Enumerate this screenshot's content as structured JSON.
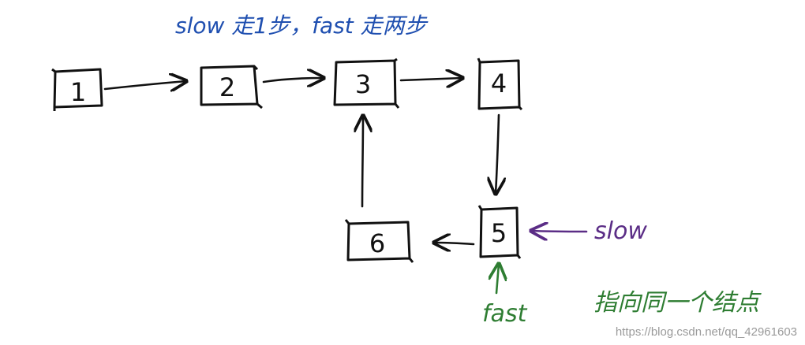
{
  "title": "slow 走1步，fast 走两步",
  "nodes": [
    {
      "id": "n1",
      "label": "1"
    },
    {
      "id": "n2",
      "label": "2"
    },
    {
      "id": "n3",
      "label": "3"
    },
    {
      "id": "n4",
      "label": "4"
    },
    {
      "id": "n5",
      "label": "5"
    },
    {
      "id": "n6",
      "label": "6"
    }
  ],
  "edges": [
    {
      "from": "n1",
      "to": "n2"
    },
    {
      "from": "n2",
      "to": "n3"
    },
    {
      "from": "n3",
      "to": "n4"
    },
    {
      "from": "n4",
      "to": "n5"
    },
    {
      "from": "n5",
      "to": "n6"
    },
    {
      "from": "n6",
      "to": "n3"
    }
  ],
  "pointers": {
    "slow_label": "slow",
    "fast_label": "fast",
    "meet_note": "指向同一个结点"
  },
  "colors": {
    "title": "#1f4fb0",
    "slow": "#5b2d86",
    "fast": "#2e7d32",
    "ink": "#111111"
  },
  "watermark": "https://blog.csdn.net/qq_42961603"
}
